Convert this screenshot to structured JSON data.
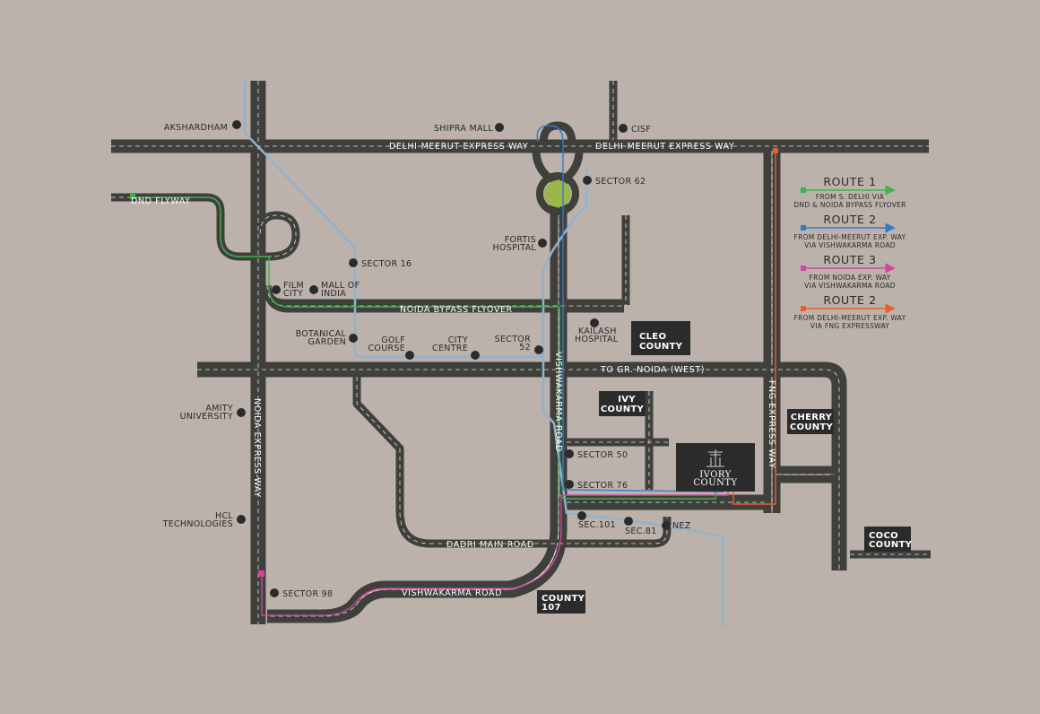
{
  "roads": {
    "delhi_meerut_left": "DELHI-MEERUT EXPRESS WAY",
    "delhi_meerut_right": "DELHI-MEERUT EXPRESS WAY",
    "dnd_flyway": "DND FLYWAY",
    "noida_bypass": "NOIDA BYPASS FLYOVER",
    "to_gr_noida": "TO GR. NOIDA (WEST)",
    "noida_expressway": "NOIDA EXPRESS-WAY",
    "vishwakarma_vertical": "VISHWAKARMA ROAD",
    "vishwakarma_bottom": "VISHWAKARMA ROAD",
    "dadri_main": "DADRI MAIN ROAD",
    "fng_expressway": "FNG EXPRESS WAY"
  },
  "places": {
    "akshardham": "AKSHARDHAM",
    "shipra_mall": "SHIPRA MALL",
    "cisf": "CISF",
    "sector_62": "SECTOR 62",
    "fortis_1": "FORTIS",
    "fortis_2": "HOSPITAL",
    "sector_16": "SECTOR 16",
    "film_city_1": "FILM",
    "film_city_2": "CITY",
    "mall_of_india_1": "MALL OF",
    "mall_of_india_2": "INDIA",
    "botanical_1": "BOTANICAL",
    "botanical_2": "GARDEN",
    "golf_1": "GOLF",
    "golf_2": "COURSE",
    "city_centre_1": "CITY",
    "city_centre_2": "CENTRE",
    "sector_52_1": "SECTOR",
    "sector_52_2": "52",
    "kailash_1": "KAILASH",
    "kailash_2": "HOSPITAL",
    "amity_1": "AMITY",
    "amity_2": "UNIVERSITY",
    "hcl_1": "HCL",
    "hcl_2": "TECHNOLOGIES",
    "sector_50": "SECTOR 50",
    "sector_76": "SECTOR 76",
    "sec_101": "SEC.101",
    "sec_81": "SEC.81",
    "nez": "NEZ",
    "sector_98": "SECTOR 98"
  },
  "projects": {
    "cleo_1": "CLEO",
    "cleo_2": "COUNTY",
    "ivy_1": "IVY",
    "ivy_2": "COUNTY",
    "cherry_1": "CHERRY",
    "cherry_2": "COUNTY",
    "coco_1": "COCO",
    "coco_2": "COUNTY",
    "county107_1": "COUNTY",
    "county107_2": "107",
    "ivory_1": "IVORY",
    "ivory_2": "COUNTY"
  },
  "legend": [
    {
      "title": "ROUTE 1",
      "line1": "FROM S. DELHI VIA",
      "line2": "DND & NOIDA BYPASS FLYOVER",
      "color": "#3cb44a"
    },
    {
      "title": "ROUTE 2",
      "line1": "FROM DELHI-MEERUT EXP. WAY",
      "line2": "VIA VISHWAKARMA ROAD",
      "color": "#2f7bd0"
    },
    {
      "title": "ROUTE 3",
      "line1": "FROM NOIDA EXP. WAY",
      "line2": "VIA VISHWAKARMA ROAD",
      "color": "#d0479a"
    },
    {
      "title": "ROUTE 2",
      "line1": "FROM DELHI-MEERUT EXP. WAY",
      "line2": "VIA FNG EXPRESSWAY",
      "color": "#e8602c"
    }
  ],
  "colors": {
    "background": "#bcb2ab",
    "road": "#3f3f3b",
    "metro": "#8fb3cf",
    "marker": "#2b2b2b",
    "project_box": "#2b2b2b",
    "roundabout": "#9bb64a"
  }
}
